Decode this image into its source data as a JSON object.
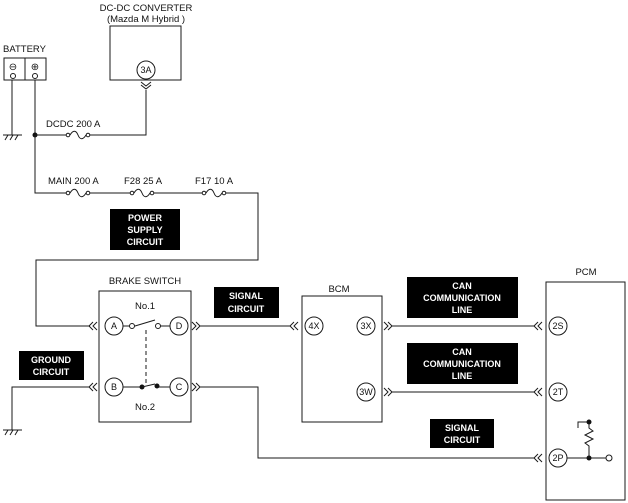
{
  "labels": {
    "dcdc_title": "DC-DC CONVERTER",
    "dcdc_subtitle": "(Mazda M Hybrid )",
    "battery": "BATTERY",
    "dcdc_fuse": "DCDC 200 A",
    "main_fuse": "MAIN 200 A",
    "f28_fuse": "F28 25 A",
    "f17_fuse": "F17 10 A",
    "brake_switch": "BRAKE SWITCH",
    "no1": "No.1",
    "no2": "No.2",
    "bcm": "BCM",
    "pcm": "PCM"
  },
  "terminals": {
    "dcdc_3a": "3A",
    "bs_a": "A",
    "bs_b": "B",
    "bs_c": "C",
    "bs_d": "D",
    "bcm_4x": "4X",
    "bcm_3x": "3X",
    "bcm_3w": "3W",
    "pcm_2s": "2S",
    "pcm_2t": "2T",
    "pcm_2p": "2P"
  },
  "battery_symbols": {
    "minus": "⊖",
    "plus": "⊕"
  },
  "tags": {
    "power_supply": [
      "POWER",
      "SUPPLY",
      "CIRCUIT"
    ],
    "signal_1": [
      "SIGNAL",
      "CIRCUIT"
    ],
    "ground": [
      "GROUND",
      "CIRCUIT"
    ],
    "can_1": [
      "CAN",
      "COMMUNICATION",
      "LINE"
    ],
    "can_2": [
      "CAN",
      "COMMUNICATION",
      "LINE"
    ],
    "signal_2": [
      "SIGNAL",
      "CIRCUIT"
    ]
  }
}
